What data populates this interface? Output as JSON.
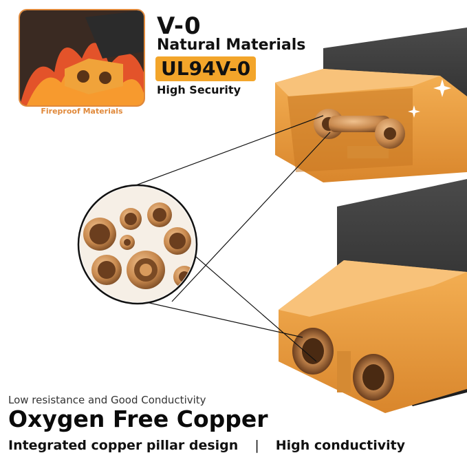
{
  "inset": {
    "caption": "Fireproof Materials"
  },
  "headline": {
    "v0": "V-0",
    "natural": "Natural Materials",
    "badge": "UL94V-0",
    "security": "High Security"
  },
  "footer": {
    "tagline": "Low resistance and Good Conductivity",
    "title": "Oxygen Free Copper",
    "feature_1": "Integrated copper pillar design",
    "separator": "|",
    "feature_2": "High conductivity"
  },
  "colors": {
    "accent": "#e0893b",
    "connector_orange": "#f0a33a",
    "housing_dark": "#2b2b2b",
    "copper": "#c8894e"
  }
}
